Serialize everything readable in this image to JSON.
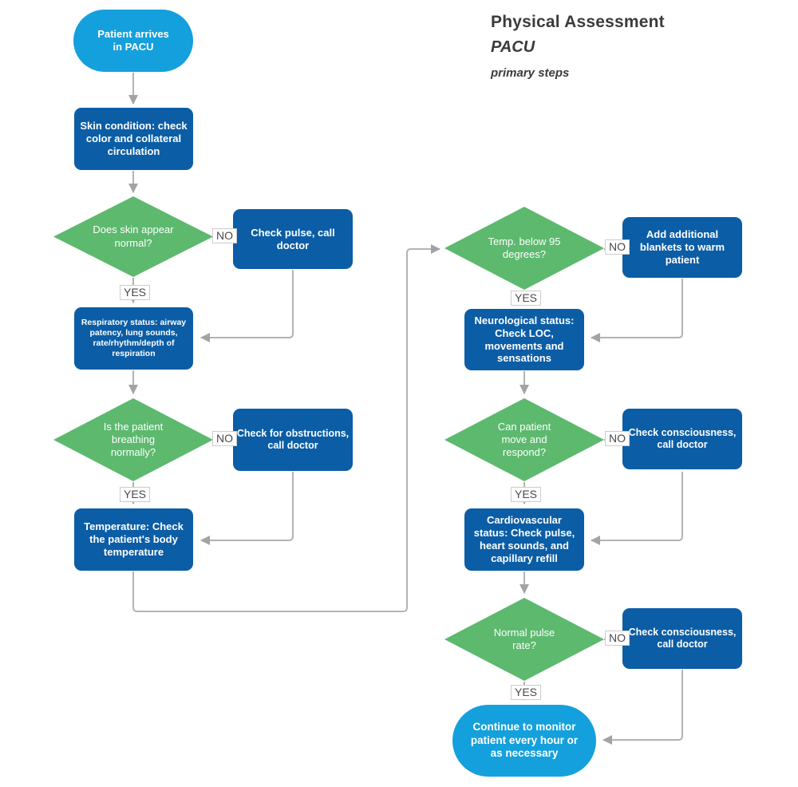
{
  "title": {
    "line1": "Physical Assessment",
    "line2": "PACU",
    "line3": "primary steps"
  },
  "branch_labels": {
    "yes": "YES",
    "no": "NO"
  },
  "colors": {
    "process_box": "#0B5DA6",
    "terminal_box": "#14A0DC",
    "decision_diamond": "#5CB96E",
    "connector": "#B3B3B3",
    "title_text": "#3B3B3B"
  },
  "nodes": {
    "start": {
      "label": "Patient arrives in PACU"
    },
    "skin": {
      "label": "Skin condition: check color and collateral circulation"
    },
    "skin_decision": {
      "label": "Does skin appear normal?"
    },
    "check_pulse": {
      "label": "Check pulse, call doctor"
    },
    "respiratory": {
      "label": "Respiratory status: airway patency, lung sounds, rate/rhythm/depth of respiration"
    },
    "breathing_decision": {
      "label": "Is the patient breathing normally?"
    },
    "obstructions": {
      "label": "Check for obstructions, call doctor"
    },
    "temperature": {
      "label": "Temperature:  Check the patient's body temperature"
    },
    "temp_decision": {
      "label": "Temp. below 95 degrees?"
    },
    "blankets": {
      "label": "Add additional blankets to warm patient"
    },
    "neurological": {
      "label": "Neurological status: Check LOC, movements and sensations"
    },
    "move_decision": {
      "label": "Can patient move and respond?"
    },
    "consciousness1": {
      "label": "Check consciousness, call doctor"
    },
    "cardiovascular": {
      "label": "Cardiovascular status: Check pulse, heart sounds, and capillary refill"
    },
    "pulse_decision": {
      "label": "Normal pulse rate?"
    },
    "consciousness2": {
      "label": "Check consciousness, call doctor"
    },
    "end": {
      "label": "Continue to monitor patient every hour or as necessary"
    }
  }
}
